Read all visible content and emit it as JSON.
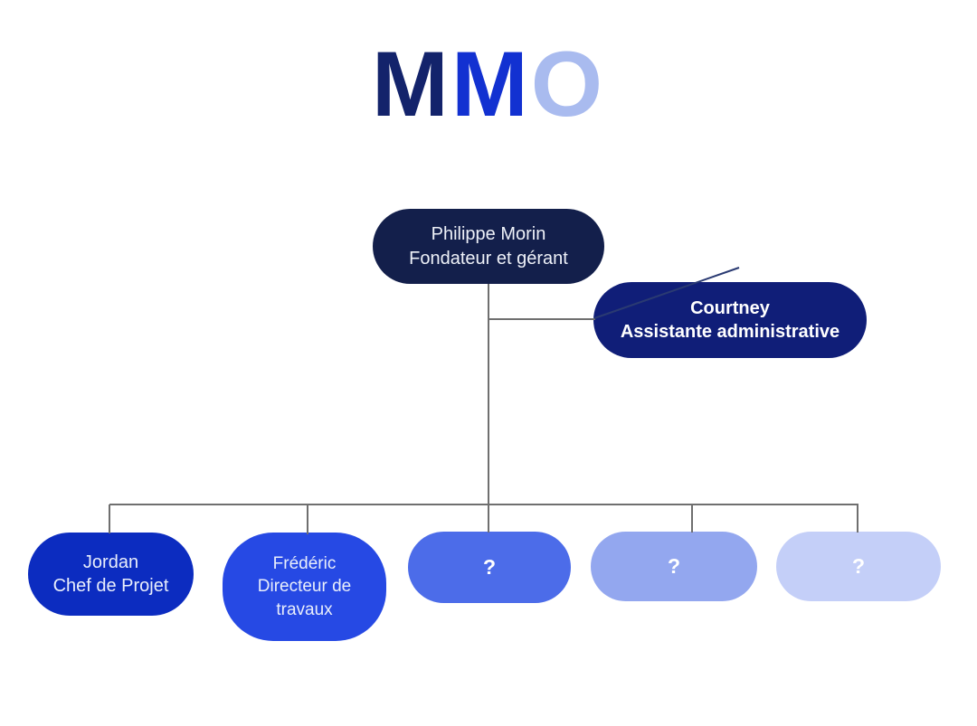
{
  "title": {
    "text": "MMO",
    "letters": [
      {
        "char": "M",
        "color": "#13236b"
      },
      {
        "char": "M",
        "color": "#1231d1"
      },
      {
        "char": "O",
        "color": "#a9bbef"
      }
    ]
  },
  "connectors": {
    "color": "#6f6f6f",
    "stray_line_color": "#2a3a72"
  },
  "nodes": [
    {
      "id": "founder",
      "name": "Philippe Morin",
      "role": "Fondateur et gérant",
      "bg": "#131f4b",
      "text_color": "#eef1f8"
    },
    {
      "id": "assistant",
      "name": "Courtney",
      "role": "Assistante administrative",
      "bg": "#101e78",
      "text_color": "#ffffff"
    },
    {
      "id": "project-manager",
      "name": "Jordan",
      "role": "Chef de Projet",
      "bg": "#0c2cc0",
      "text_color": "#e9eefb"
    },
    {
      "id": "works-director",
      "name": "Frédéric",
      "role": "Directeur de travaux",
      "bg": "#2649e4",
      "text_color": "#e9eefb"
    },
    {
      "id": "vacant-1",
      "name": "?",
      "role": "",
      "bg": "#4c6ce9",
      "text_color": "#ffffff"
    },
    {
      "id": "vacant-2",
      "name": "?",
      "role": "",
      "bg": "#93a7ef",
      "text_color": "#ffffff"
    },
    {
      "id": "vacant-3",
      "name": "?",
      "role": "",
      "bg": "#c4cff8",
      "text_color": "#ffffff"
    }
  ]
}
